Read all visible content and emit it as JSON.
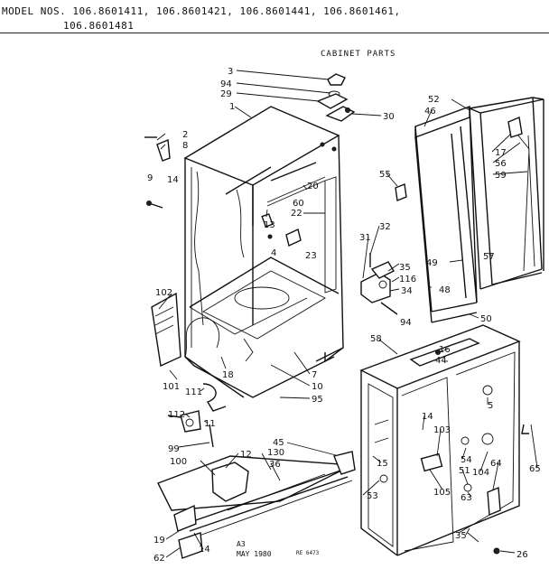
{
  "header": {
    "models_line1": "MODEL NOS. 106.8601411, 106.8601421, 106.8601441, 106.8601461,",
    "models_line2": "106.8601481"
  },
  "section_title": "CABINET PARTS",
  "footer": {
    "code": "A3",
    "date": "MAY 1980",
    "drawing_no": "RE 6473"
  },
  "callouts": [
    "3",
    "94",
    "29",
    "30",
    "1",
    "2",
    "8",
    "9",
    "14",
    "52",
    "46",
    "55",
    "17",
    "56",
    "59",
    "60",
    "20",
    "22",
    "13",
    "4",
    "23",
    "31",
    "32",
    "35",
    "116",
    "34",
    "48",
    "49",
    "57",
    "50",
    "102",
    "94",
    "58",
    "16",
    "44",
    "7",
    "10",
    "95",
    "18",
    "101",
    "111",
    "5",
    "112",
    "11",
    "99",
    "14",
    "103",
    "45",
    "12",
    "100",
    "130",
    "36",
    "15",
    "54",
    "104",
    "64",
    "65",
    "51",
    "53",
    "105",
    "63",
    "19",
    "14",
    "35",
    "62",
    "26"
  ]
}
